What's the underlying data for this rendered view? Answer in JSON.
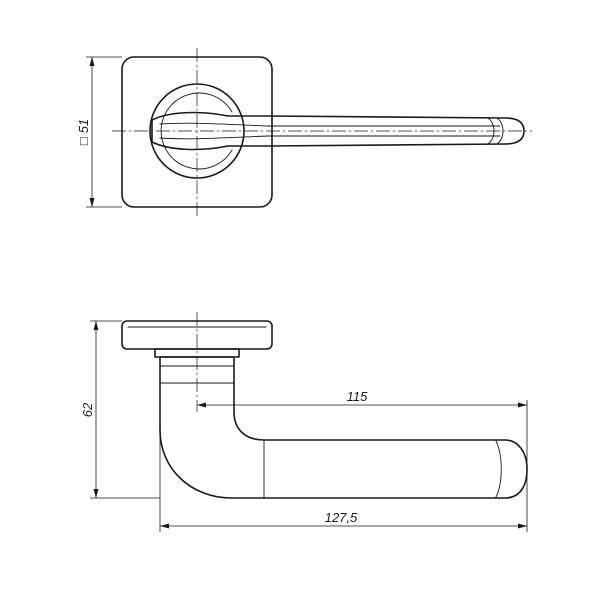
{
  "dimensions": {
    "rosette_size": "51",
    "height": "62",
    "projection": "115",
    "overall_length": "127,5"
  },
  "symbols": {
    "square_symbol": "□"
  }
}
